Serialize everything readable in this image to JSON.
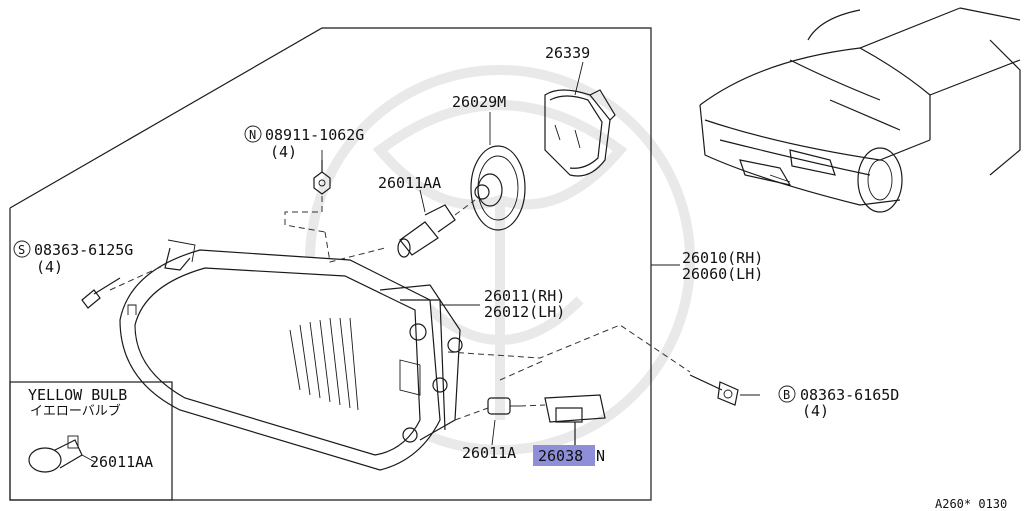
{
  "parts": {
    "p26339": "26339",
    "p26029m": "26029M",
    "p08911_code": "08911-1062G",
    "p08911_prefix": "N",
    "p08911_qty": "(4)",
    "p26011aa_top": "26011AA",
    "p08363_6125_code": "08363-6125G",
    "p08363_6125_prefix": "S",
    "p08363_6125_qty": "(4)",
    "p26010": "26010(RH)",
    "p26060": "26060(LH)",
    "p26011": "26011(RH)",
    "p26012": "26012(LH)",
    "p08363_6165_code": "08363-6165D",
    "p08363_6165_prefix": "B",
    "p08363_6165_qty": "(4)",
    "p26011a": "26011A",
    "p26038n_main": "26038",
    "p26038n_suffix": "N"
  },
  "inset": {
    "title": "YELLOW BULB",
    "subtitle_jp": "イエローバルブ",
    "part": "26011AA"
  },
  "footer": {
    "code": "A260* 0130"
  },
  "colors": {
    "highlight": "#8f8fd9",
    "line": "#1a1a1a",
    "watermark": "#e9e9e9"
  }
}
